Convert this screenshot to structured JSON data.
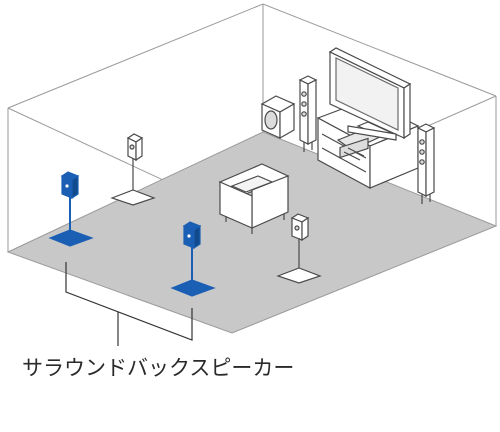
{
  "diagram": {
    "caption": "サラウンドバックスピーカー",
    "colors": {
      "floor": "#c8c8c8",
      "wall_line": "#9a9a9a",
      "furniture_fill": "#ffffff",
      "furniture_line": "#4a4a4a",
      "highlight_speaker": "#1a5fb4",
      "callout_line": "#333333"
    },
    "objects": [
      {
        "name": "front-left-speaker",
        "icon": "tower-speaker"
      },
      {
        "name": "front-right-speaker",
        "icon": "tower-speaker"
      },
      {
        "name": "subwoofer",
        "icon": "subwoofer"
      },
      {
        "name": "tv",
        "icon": "flat-screen-tv"
      },
      {
        "name": "av-rack",
        "icon": "av-receiver-rack"
      },
      {
        "name": "armchair",
        "icon": "armchair"
      },
      {
        "name": "surround-left-speaker",
        "icon": "stand-speaker"
      },
      {
        "name": "surround-right-speaker",
        "icon": "stand-speaker"
      },
      {
        "name": "surround-back-left-speaker",
        "icon": "stand-speaker",
        "highlighted": true
      },
      {
        "name": "surround-back-right-speaker",
        "icon": "stand-speaker",
        "highlighted": true
      }
    ]
  }
}
